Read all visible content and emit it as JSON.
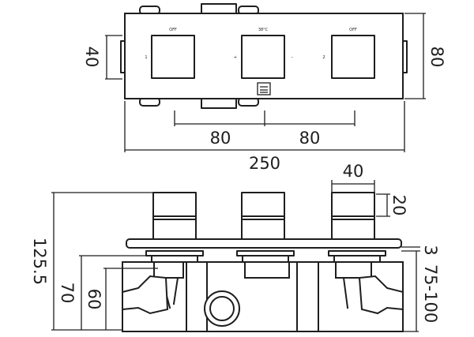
{
  "front_view": {
    "knob_labels": [
      "OFF",
      "38°C",
      "OFF"
    ],
    "side_marks": [
      "1",
      "+",
      "–",
      "2"
    ]
  },
  "dimensions": {
    "height_40": "40",
    "height_80": "80",
    "spacing_left": "80",
    "spacing_right": "80",
    "total_width": "250",
    "knob_width": "40",
    "knob_height": "20",
    "depth_total": "125.5",
    "depth_70": "70",
    "depth_60": "60",
    "plate_3": "3",
    "adjust_range": "75-100"
  }
}
